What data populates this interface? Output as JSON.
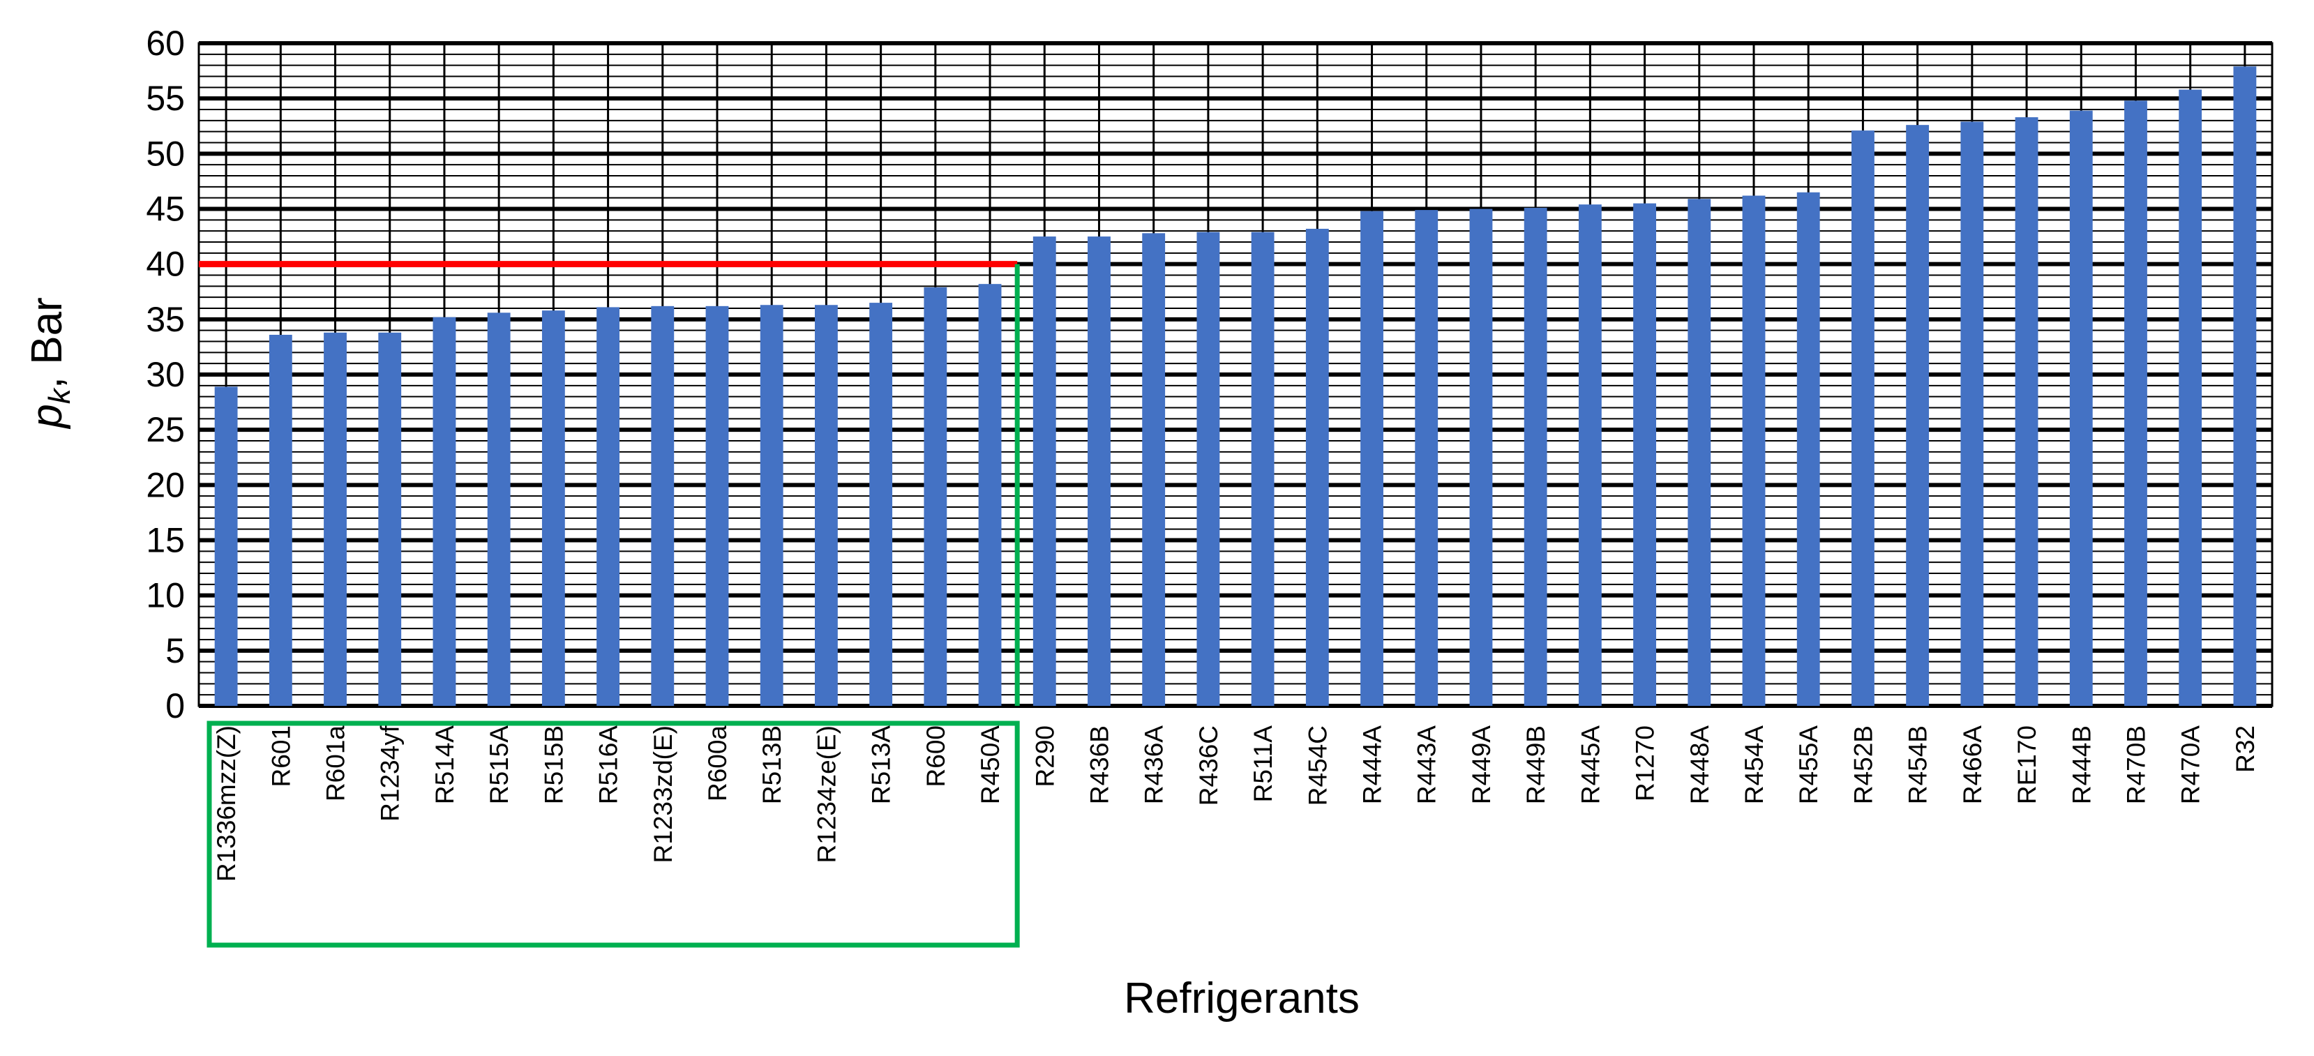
{
  "colors": {
    "bar": "#4472C4",
    "threshold_line": "#FF0000",
    "highlight_box": "#00B050",
    "grid": "#000000"
  },
  "chart_data": {
    "type": "bar",
    "xlabel": "Refrigerants",
    "ylabel_main": "p",
    "ylabel_sub": "k",
    "ylabel_tail": ", Bar",
    "ylim": [
      0,
      60
    ],
    "ytick_step": 5,
    "minor_grid_step": 1,
    "grid": true,
    "categories": [
      "R1336mzz(Z)",
      "R601",
      "R601a",
      "R1234yf",
      "R514A",
      "R515A",
      "R515B",
      "R516A",
      "R1233zd(E)",
      "R600a",
      "R513B",
      "R1234ze(E)",
      "R513A",
      "R600",
      "R450A",
      "R290",
      "R436B",
      "R436A",
      "R436C",
      "R511A",
      "R454C",
      "R444A",
      "R443A",
      "R449A",
      "R449B",
      "R445A",
      "R1270",
      "R448A",
      "R454A",
      "R455A",
      "R452B",
      "R454B",
      "R466A",
      "RE170",
      "R444B",
      "R470B",
      "R470A",
      "R32"
    ],
    "values": [
      28.9,
      33.6,
      33.8,
      33.8,
      35.2,
      35.6,
      35.8,
      36.1,
      36.2,
      36.2,
      36.3,
      36.3,
      36.5,
      37.9,
      38.2,
      42.5,
      42.5,
      42.8,
      42.9,
      42.9,
      43.2,
      44.8,
      44.9,
      45.0,
      45.1,
      45.4,
      45.5,
      45.9,
      46.2,
      46.5,
      52.1,
      52.6,
      52.9,
      53.3,
      53.9,
      54.8,
      55.8,
      57.9
    ],
    "annotations": {
      "threshold_value": 40,
      "threshold_end_category_index": 14,
      "highlight_box_first_index": 0,
      "highlight_box_last_index": 14
    }
  }
}
